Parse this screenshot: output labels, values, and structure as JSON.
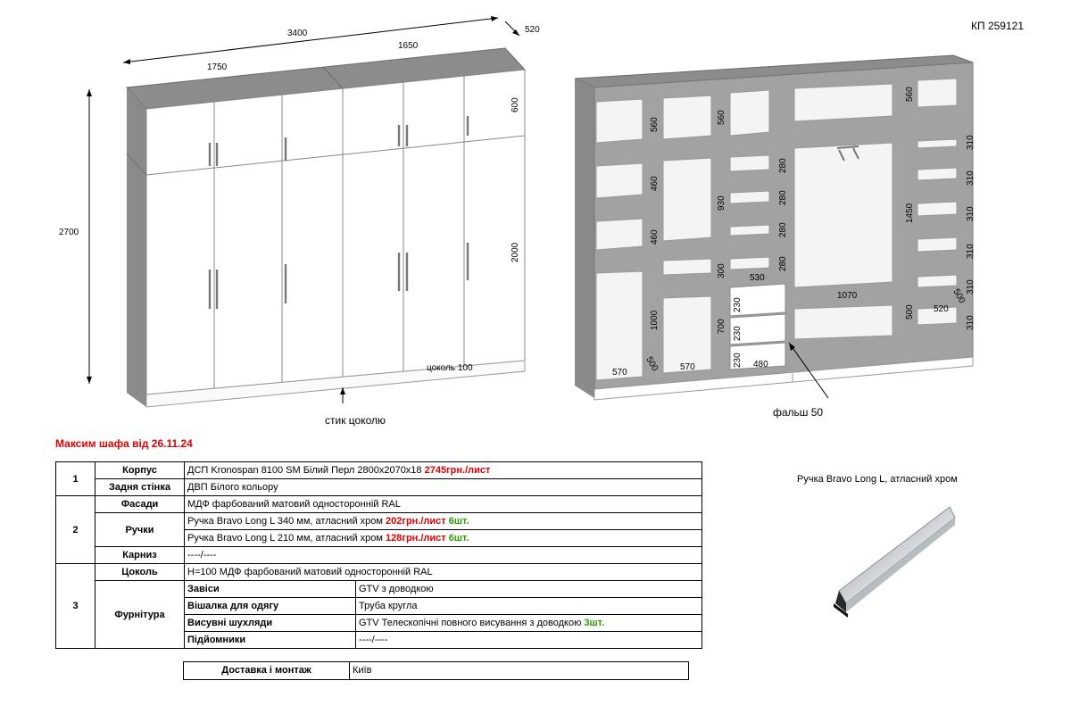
{
  "doc_code": "КП 259121",
  "order_title": "Максим шафа від 26.11.24",
  "drawing": {
    "total_width": "3400",
    "depth": "520",
    "left_section_width": "1750",
    "right_section_width": "1650",
    "total_height": "2700",
    "top_height": "600",
    "main_height": "2000",
    "plinth_label": "цоколь 100",
    "plinth_joint": "стик цоколю",
    "false_panel": "фальш 50"
  },
  "interior_dims": {
    "d560a": "560",
    "d560b": "560",
    "d560c": "560",
    "d460a": "460",
    "d460b": "460",
    "d930": "930",
    "d300": "300",
    "d1000": "1000",
    "d700": "700",
    "d280a": "280",
    "d280b": "280",
    "d280c": "280",
    "d280d": "280",
    "d530": "530",
    "d230a": "230",
    "d230b": "230",
    "d230c": "230",
    "d480": "480",
    "d570a": "570",
    "d570b": "570",
    "d500a": "500",
    "d500b": "500",
    "d500c": "500",
    "d1450": "1450",
    "d1070": "1070",
    "d520": "520",
    "d310a": "310",
    "d310b": "310",
    "d310c": "310",
    "d310d": "310",
    "d310e": "310",
    "d310f": "310"
  },
  "spec": {
    "g1_num": "1",
    "korpus_label": "Корпус",
    "korpus_value": "ДСП Kronospan 8100 SM Білий Перл 2800х2070х18 ",
    "korpus_price": "2745грн./лист",
    "back_label": "Задня стінка",
    "back_value": "ДВП Білого кольору",
    "g2_num": "2",
    "facades_label": "Фасади",
    "facades_value": "МДФ фарбований матовий односторонній RAL",
    "handles_label": "Ручки",
    "handle1_value": "Ручка Bravo Long L 340 мм, атласний хром ",
    "handle1_price": "202грн./лист",
    "handle1_qty": "6шт.",
    "handle2_value": "Ручка Bravo Long L 210 мм, атласний хром ",
    "handle2_price": "128грн./лист",
    "handle2_qty": "6шт.",
    "cornice_label": "Карниз",
    "cornice_value": "----/----",
    "g3_num": "3",
    "plinth_label": "Цоколь",
    "plinth_value": "Н=100 МДФ фарбований матовий односторонній RAL",
    "hardware_label": "Фурнітура",
    "hinges_label": "Завіси",
    "hinges_value": "GTV з доводкою",
    "rail_label": "Вішалка для одягу",
    "rail_value": "Труба кругла",
    "drawers_label": "Висувні шухляди",
    "drawers_value": "GTV Телескопічні повного висування з доводкою ",
    "drawers_qty": "3шт.",
    "lifts_label": "Підйомники",
    "lifts_value": "----/----"
  },
  "delivery": {
    "label": "Доставка і монтаж",
    "value": "Київ"
  },
  "handle_image": {
    "caption": "Ручка Bravo Long L, атласний хром"
  }
}
